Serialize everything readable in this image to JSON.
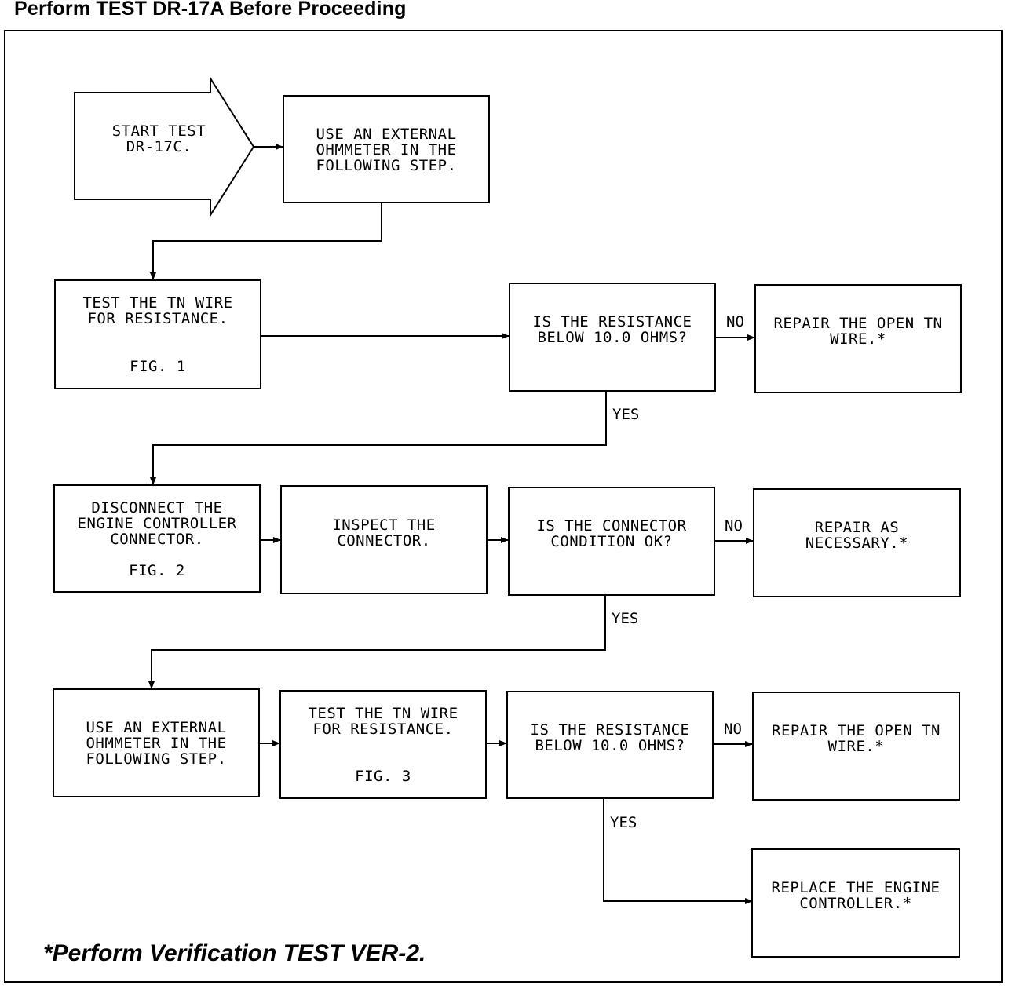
{
  "heading": "Perform TEST DR-17A Before Proceeding",
  "footnote": "*Perform Verification TEST VER-2.",
  "boxes": {
    "start": "START TEST\nDR-17C.",
    "use_ohmmeter_1": "USE AN EXTERNAL\nOHMMETER IN THE\nFOLLOWING STEP.",
    "test_tn_1": "TEST THE TN WIRE\nFOR RESISTANCE.",
    "test_tn_1_fig": "FIG. 1",
    "q_resistance_1": "IS THE RESISTANCE\nBELOW 10.0 OHMS?",
    "repair_open_1": "REPAIR THE OPEN TN\nWIRE.*",
    "disconnect": "DISCONNECT THE\nENGINE CONTROLLER\nCONNECTOR.",
    "disconnect_fig": "FIG. 2",
    "inspect": "INSPECT THE\nCONNECTOR.",
    "q_connector": "IS THE CONNECTOR\nCONDITION OK?",
    "repair_as_necessary": "REPAIR AS\nNECESSARY.*",
    "use_ohmmeter_2": "USE AN EXTERNAL\nOHMMETER IN THE\nFOLLOWING STEP.",
    "test_tn_2": "TEST THE TN WIRE\nFOR RESISTANCE.",
    "test_tn_2_fig": "FIG. 3",
    "q_resistance_2": "IS THE RESISTANCE\nBELOW 10.0 OHMS?",
    "repair_open_2": "REPAIR THE OPEN TN\nWIRE.*",
    "replace_controller": "REPLACE THE ENGINE\nCONTROLLER.*"
  },
  "labels": {
    "no_1": "NO",
    "yes_1": "YES",
    "no_2": "NO",
    "yes_2": "YES",
    "no_3": "NO",
    "yes_3": "YES"
  }
}
